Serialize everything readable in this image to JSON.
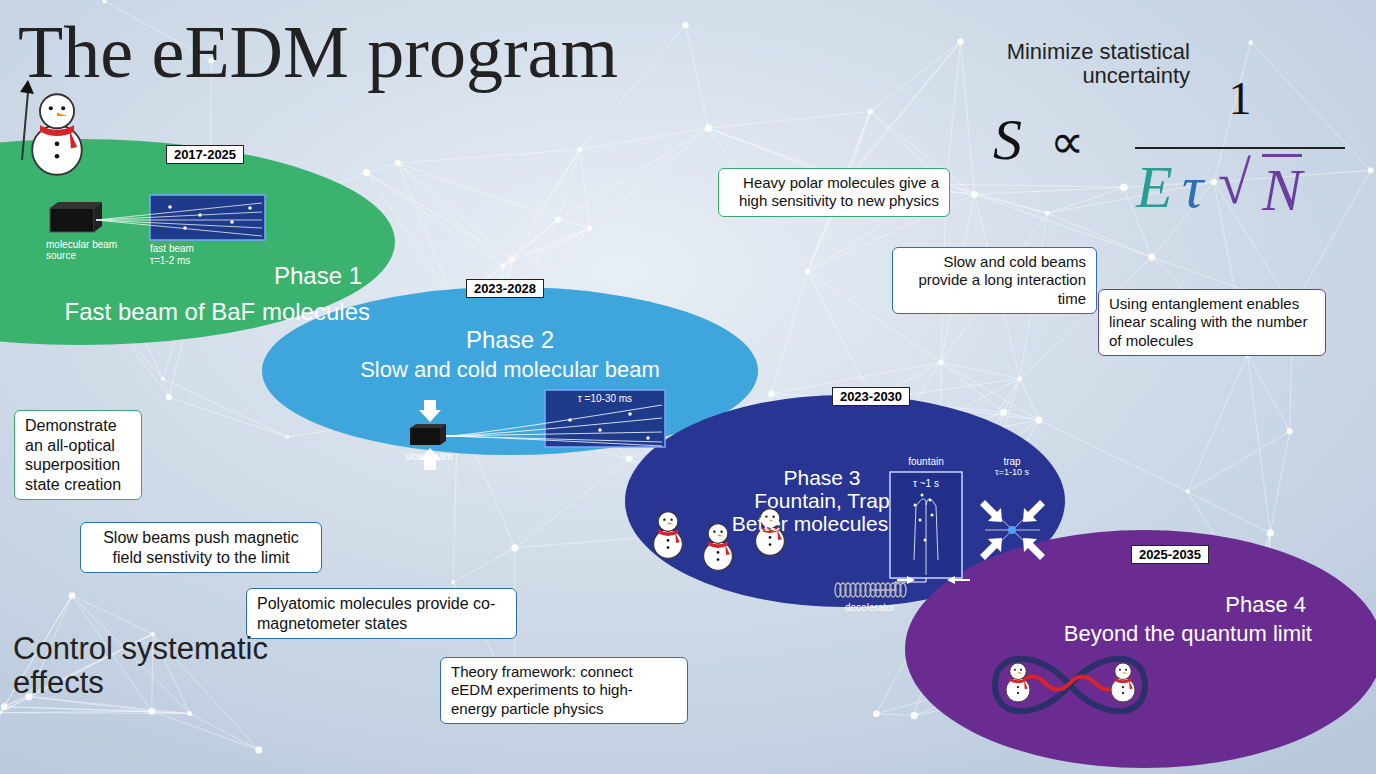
{
  "diagram": {
    "title": "The eEDM program",
    "nodes": [
      {
        "text": [
          "2017-2025",
          "Phase 1",
          "Fast beam of BaF molecules"
        ]
      },
      {
        "text": [
          "2023-2028",
          "Phase 2",
          "Slow and cold molecular beam"
        ]
      },
      {
        "text": [
          "2023-2030",
          "Phase 3",
          "Fountain, Trap",
          "Better molecules"
        ]
      },
      {
        "text": [
          "2025-2035",
          "Phase 4",
          "Beyond the quantum limit"
        ]
      },
      {
        "text": [
          "Heavy polar molecules give a high sensitivity to new physics"
        ]
      },
      {
        "text": [
          "Slow and cold beams provide a long interaction time"
        ]
      },
      {
        "text": [
          "Using entanglement enables linear scaling with the number of molecules"
        ]
      },
      {
        "text": [
          "Demonstrate an all-optical superposition state creation"
        ]
      },
      {
        "text": [
          "Slow beams push magnetic field senstivity to the limit"
        ]
      },
      {
        "text": [
          "Polyatomic molecules provide co-magnetometer states"
        ]
      },
      {
        "text": [
          "Theory framework: connect eEDM experiments to high-energy particle physics"
        ]
      }
    ],
    "labels": [
      "Minimize statistical uncertainty",
      "S",
      "∝",
      "1",
      "E",
      "τ",
      "√",
      "N",
      "molecular beam source",
      "fast beam",
      "τ=1-2 ms",
      "slow beam",
      "τ =10-30 ms",
      "fountain",
      "τ ~1 s",
      "trap",
      "τ=1-10 s",
      "decelerator",
      "Control systematic effects"
    ]
  }
}
